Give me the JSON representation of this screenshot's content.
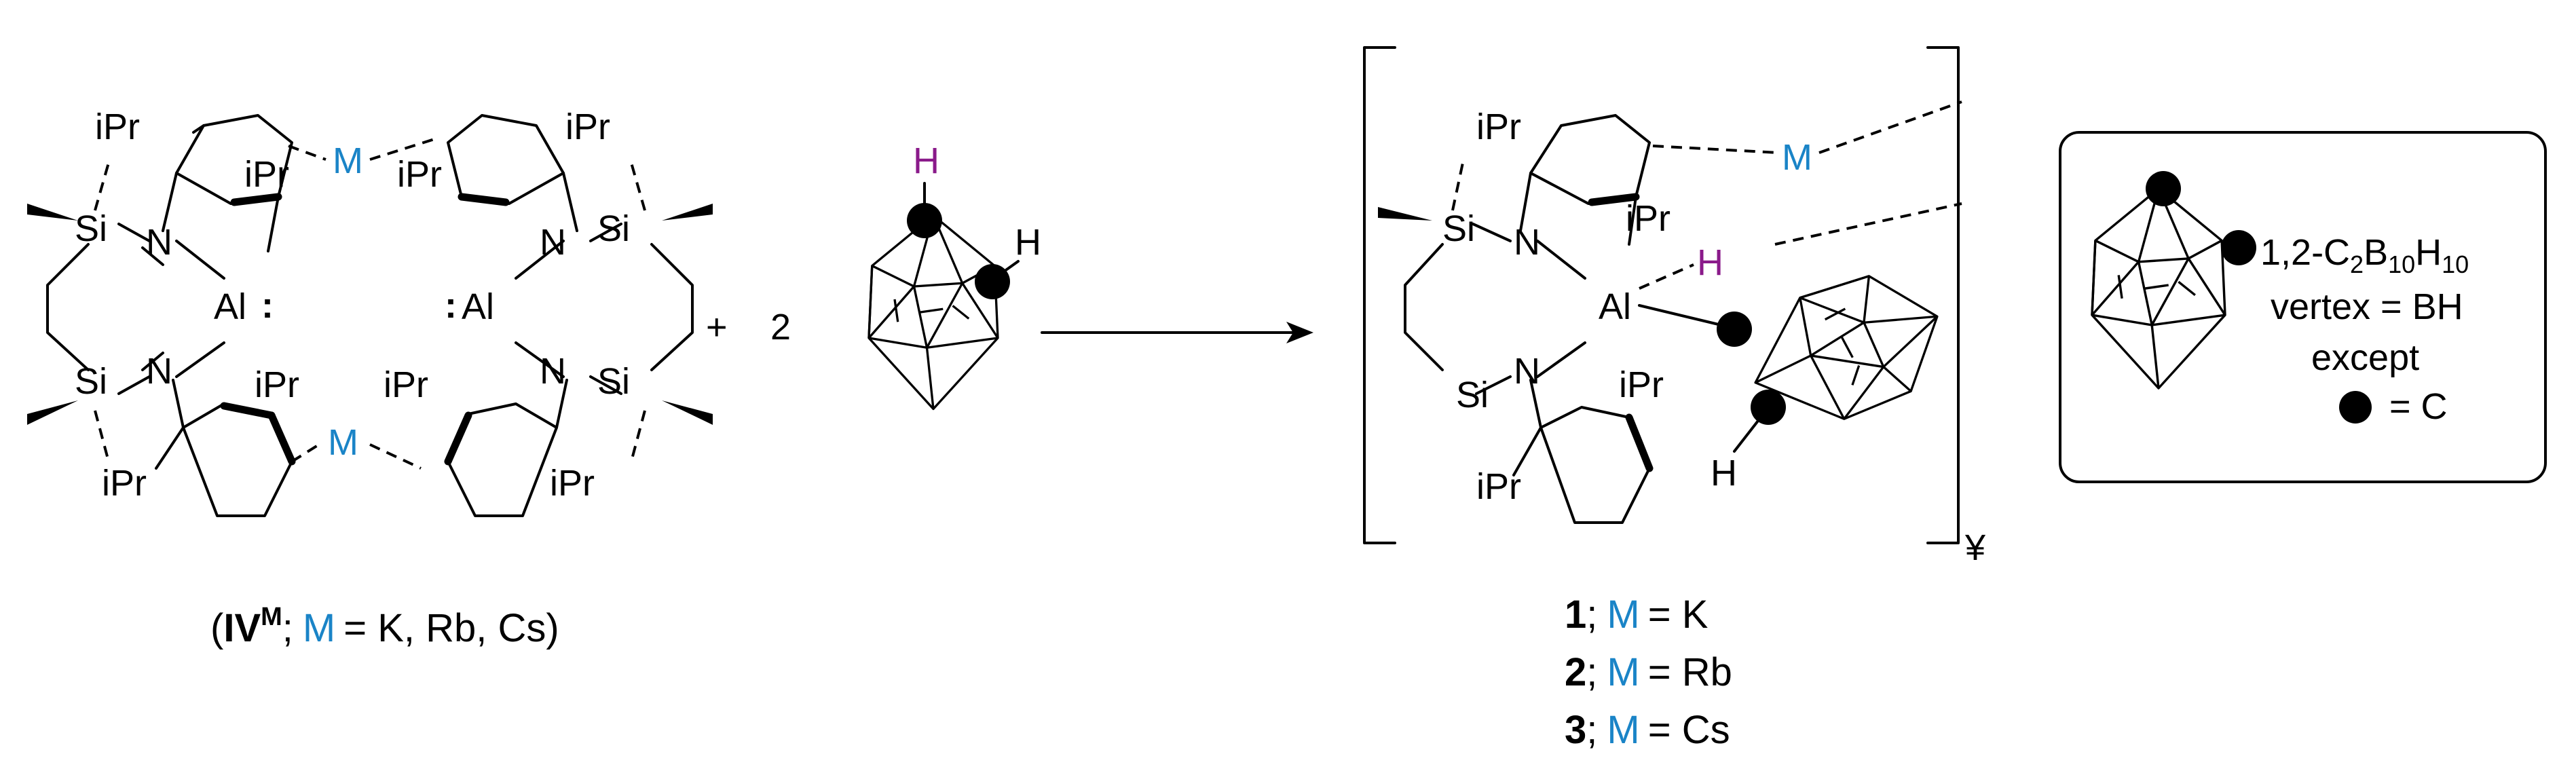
{
  "labels": {
    "ipr": "iPr",
    "si": "Si",
    "n": "N",
    "al": "Al",
    "al_lone_pair": ":",
    "m": "M",
    "h": "H",
    "plus": "+",
    "coefficient": "2",
    "superscript": "¥"
  },
  "reactant_caption": {
    "open": "(",
    "bold": "IV",
    "sup": "M",
    "sep": ";",
    "m": "M",
    "rest": "= K, Rb, Cs)"
  },
  "products": [
    {
      "num": "1",
      "m": "M",
      "rest": "= K"
    },
    {
      "num": "2",
      "m": "M",
      "rest": "= Rb"
    },
    {
      "num": "3",
      "m": "M",
      "rest": "= Cs"
    }
  ],
  "legend": {
    "formula_pre": "1,2-C",
    "formula_sub1": "2",
    "formula_mid": "B",
    "formula_sub2": "10",
    "formula_mid2": "H",
    "formula_sub3": "10",
    "line2": "vertex = BH",
    "line3": "except",
    "line4": "= C"
  },
  "colors": {
    "metal": "#1a84c7",
    "hydride": "#8a1a8a",
    "ink": "#000000"
  }
}
